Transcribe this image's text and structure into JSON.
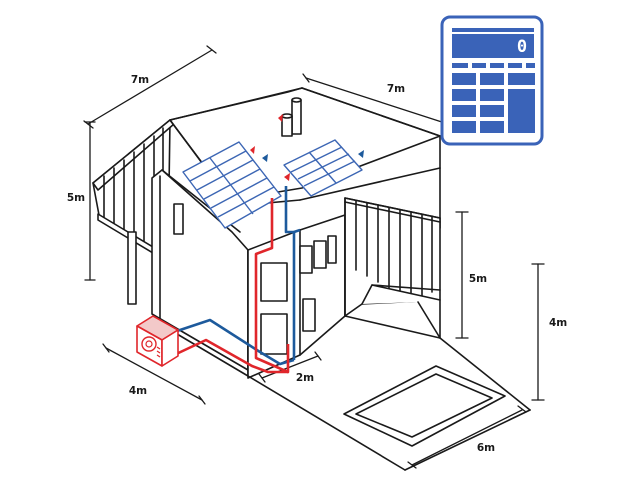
{
  "dimensions": {
    "house_depth": "7m",
    "house_width": "7m",
    "house_height": "5m",
    "extension_height": "5m",
    "pool_height": "4m",
    "heatpump_width": "4m",
    "wall_gap": "2m",
    "pool_width": "6m"
  },
  "calculator": {
    "display": "0"
  },
  "colors": {
    "line": "#1a1a1a",
    "hot_pipe": "#e0262b",
    "cold_pipe": "#1d5a9c",
    "solar_panel": "#3c66b4",
    "calculator": "#3a63b8"
  },
  "icons": {
    "heat_pump": "heat-pump-icon",
    "solar_panel": "solar-panel-icon",
    "calculator": "calculator-icon"
  }
}
